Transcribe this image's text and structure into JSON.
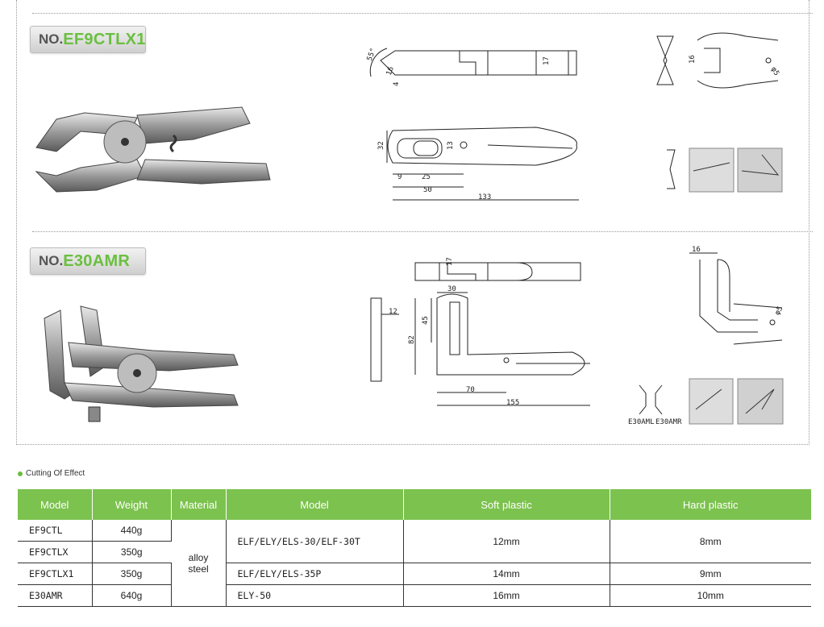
{
  "products": [
    {
      "badge_prefix": "NO.",
      "badge_code": "EF9CTLX1",
      "dims": {
        "angle": "55°",
        "d16": "16",
        "d4": "4",
        "d17": "17",
        "r16": "16",
        "phi5": "φ5",
        "d32": "32",
        "d13": "13",
        "d9": "9",
        "d25": "25",
        "d50": "50",
        "d133": "133"
      }
    },
    {
      "badge_prefix": "NO.",
      "badge_code": "E30AMR",
      "dims": {
        "d17": "17",
        "d12": "12",
        "d30": "30",
        "d45": "45",
        "d82": "82",
        "d70": "70",
        "d155": "155",
        "d16": "16",
        "phi5": "φ5",
        "left_label": "E30AML",
        "right_label": "E30AMR"
      }
    }
  ],
  "section_title": "Cutting Of Effect",
  "table": {
    "headers": [
      "Model",
      "Weight",
      "Material",
      "Model",
      "Soft plastic",
      "Hard plastic"
    ],
    "tools": [
      {
        "model": "EF9CTL",
        "weight": "440g"
      },
      {
        "model": "EF9CTLX",
        "weight": "350g"
      },
      {
        "model": "EF9CTLX1",
        "weight": "350g"
      },
      {
        "model": "E30AMR",
        "weight": "640g"
      }
    ],
    "material": [
      "alloy",
      "steel"
    ],
    "cutting": [
      {
        "model": "ELF/ELY/ELS-30/ELF-30T",
        "soft": "12mm",
        "hard": "8mm"
      },
      {
        "model": "ELF/ELY/ELS-35P",
        "soft": "14mm",
        "hard": "9mm"
      },
      {
        "model": "ELY-50",
        "soft": "16mm",
        "hard": "10mm"
      }
    ]
  }
}
